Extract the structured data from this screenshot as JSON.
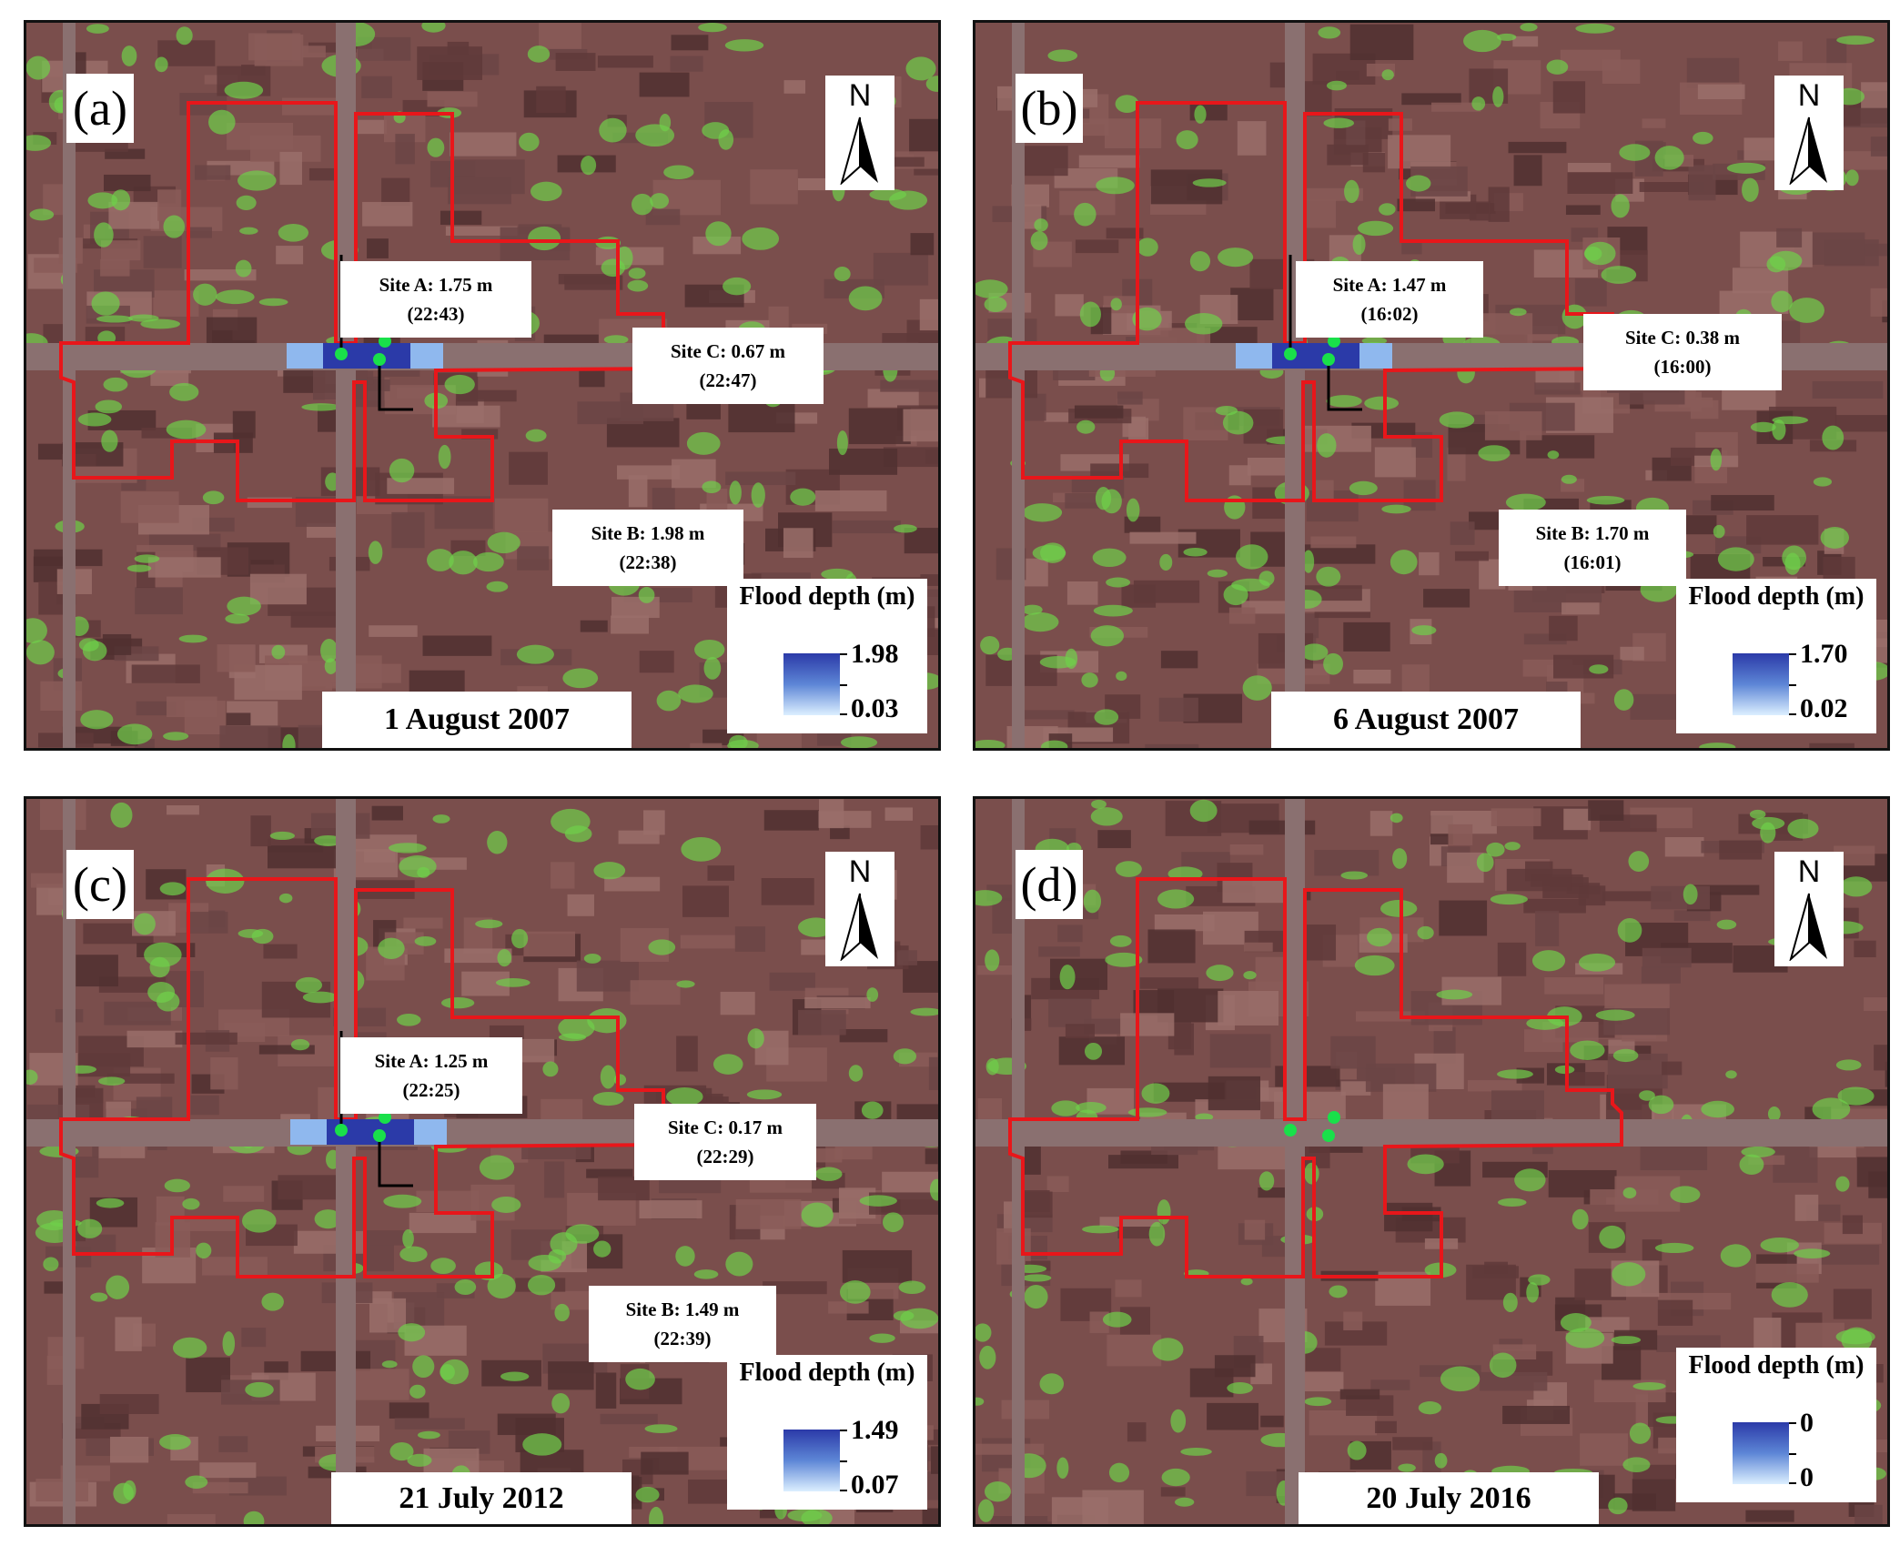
{
  "panels": [
    {
      "id": "a",
      "label": "(a)",
      "date": "1 August 2007",
      "north": "N",
      "legend": {
        "title": "Flood depth (m)",
        "max": "1.98",
        "min": "0.03"
      },
      "sites": [
        {
          "line1": "Site A: 1.75 m",
          "line2": "(22:43)"
        },
        {
          "line1": "Site C: 0.67 m",
          "line2": "(22:47)"
        },
        {
          "line1": "Site B: 1.98 m",
          "line2": "(22:38)"
        }
      ],
      "flood_extent": true
    },
    {
      "id": "b",
      "label": "(b)",
      "date": "6 August 2007",
      "north": "N",
      "legend": {
        "title": "Flood depth (m)",
        "max": "1.70",
        "min": "0.02"
      },
      "sites": [
        {
          "line1": "Site A: 1.47 m",
          "line2": "(16:02)"
        },
        {
          "line1": "Site C: 0.38 m",
          "line2": "(16:00)"
        },
        {
          "line1": "Site B: 1.70 m",
          "line2": "(16:01)"
        }
      ],
      "flood_extent": true
    },
    {
      "id": "c",
      "label": "(c)",
      "date": "21 July 2012",
      "north": "N",
      "legend": {
        "title": "Flood depth (m)",
        "max": "1.49",
        "min": "0.07"
      },
      "sites": [
        {
          "line1": "Site A: 1.25 m",
          "line2": "(22:25)"
        },
        {
          "line1": "Site C: 0.17 m",
          "line2": "(22:29)"
        },
        {
          "line1": "Site B: 1.49 m",
          "line2": "(22:39)"
        }
      ],
      "flood_extent": true
    },
    {
      "id": "d",
      "label": "(d)",
      "date": "20 July 2016",
      "north": "N",
      "legend": {
        "title": "Flood depth (m)",
        "max": "0",
        "min": "0"
      },
      "sites": [],
      "flood_extent": false
    }
  ],
  "colors": {
    "boundary": "#e8161a",
    "site_marker": "#19e04a",
    "flood_deep": "#2b3aa8",
    "flood_shallow": "#8fb8ee",
    "vegetation": "#6fd04a",
    "urban": "#7a4e4c"
  }
}
